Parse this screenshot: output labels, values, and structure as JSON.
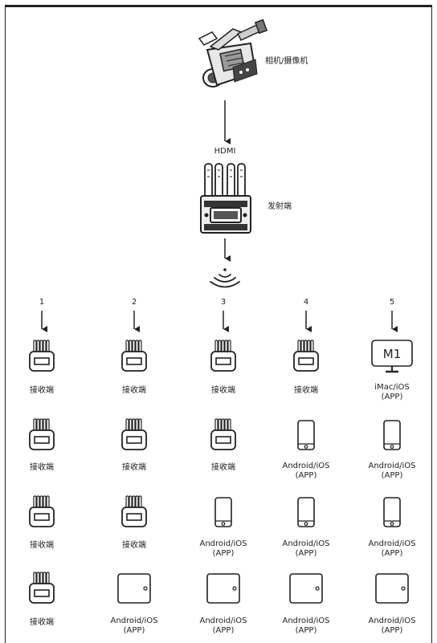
{
  "labels": {
    "camera": "相机/摄像机",
    "hdmi": "HDMI",
    "transmitter": "发射端"
  },
  "columns": [
    {
      "number": "1"
    },
    {
      "number": "2"
    },
    {
      "number": "3"
    },
    {
      "number": "4"
    },
    {
      "number": "5"
    }
  ],
  "grid": [
    [
      {
        "type": "receiver",
        "label": "接收端"
      },
      {
        "type": "receiver",
        "label": "接收端"
      },
      {
        "type": "receiver",
        "label": "接收端"
      },
      {
        "type": "receiver",
        "label": "接收端"
      },
      {
        "type": "monitor",
        "label": "iMac/iOS",
        "label2": "(APP)",
        "screen_text": "M1"
      }
    ],
    [
      {
        "type": "receiver",
        "label": "接收端"
      },
      {
        "type": "receiver",
        "label": "接收端"
      },
      {
        "type": "receiver",
        "label": "接收端"
      },
      {
        "type": "phone",
        "label": "Android/iOS",
        "label2": "(APP)"
      },
      {
        "type": "phone",
        "label": "Android/iOS",
        "label2": "(APP)"
      }
    ],
    [
      {
        "type": "receiver",
        "label": "接收端"
      },
      {
        "type": "receiver",
        "label": "接收端"
      },
      {
        "type": "phone",
        "label": "Android/iOS",
        "label2": "(APP)"
      },
      {
        "type": "phone",
        "label": "Android/iOS",
        "label2": "(APP)"
      },
      {
        "type": "phone",
        "label": "Android/iOS",
        "label2": "(APP)"
      }
    ],
    [
      {
        "type": "receiver",
        "label": "接收端"
      },
      {
        "type": "tablet",
        "label": "Android/iOS",
        "label2": "(APP)"
      },
      {
        "type": "tablet",
        "label": "Android/iOS",
        "label2": "(APP)"
      },
      {
        "type": "tablet",
        "label": "Android/iOS",
        "label2": "(APP)"
      },
      {
        "type": "tablet",
        "label": "Android/iOS",
        "label2": "(APP)"
      }
    ]
  ]
}
